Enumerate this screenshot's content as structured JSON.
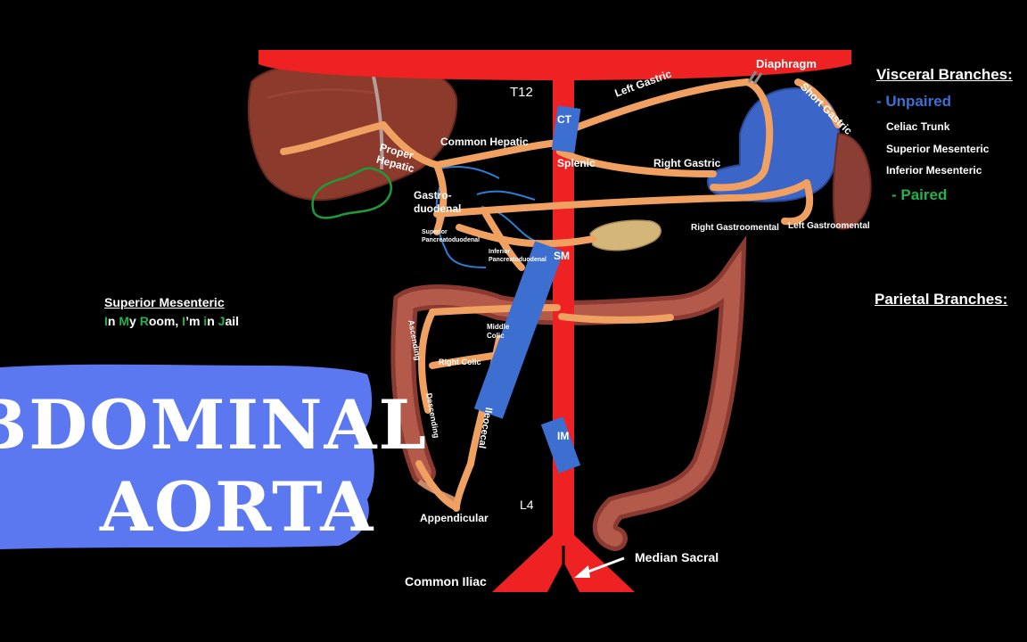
{
  "diagram": {
    "vertebra_labels": {
      "top": "T12",
      "bottom": "L4"
    },
    "aorta_labels": {
      "diaphragm": "Diaphragm",
      "common_iliac": "Common Iliac",
      "median_sacral": "Median Sacral"
    },
    "box_labels": {
      "celiac": "CT",
      "superior_mesenteric": "SM",
      "inferior_mesenteric": "IM"
    },
    "artery_labels": {
      "left_gastric": "Left Gastric",
      "short_gastric": "Short Gastric",
      "common_hepatic": "Common Hepatic",
      "proper_hepatic": "Proper Hepatic",
      "splenic": "Splenic",
      "right_gastric": "Right Gastric",
      "gastroduodenal": "Gastro-duodenal",
      "superior_pancreatoduodenal": "Superior Pancreatoduodenal",
      "inferior_pancreatoduodenal": "Inferior Pancreatoduodenal",
      "right_gastroomental": "Right Gastroomental",
      "left_gastroomental": "Left Gastroomental",
      "middle_colic": "Middle Colic",
      "right_colic": "Right Colic",
      "ascending": "Ascending",
      "descending": "Descending",
      "ileocecal": "Ileocecal",
      "appendicular": "Appendicular"
    },
    "colors": {
      "aorta": "#ee2222",
      "artery": "#f0a060",
      "box": "#3d6fd0",
      "vein_blue": "#2b7fd4",
      "green": "#22b24c"
    }
  },
  "sidebar": {
    "visceral_title": "Visceral Branches:",
    "unpaired": "- Unpaired",
    "unpaired_items": [
      "Celiac Trunk",
      "Superior Mesenteric",
      "Inferior Mesenteric"
    ],
    "paired": "- Paired",
    "parietal_title": "Parietal Branches:"
  },
  "mnemonic": {
    "title": "Superior Mesenteric",
    "phrase": [
      {
        "t": "I",
        "g": true
      },
      {
        "t": "n ",
        "g": false
      },
      {
        "t": "M",
        "g": true
      },
      {
        "t": "y ",
        "g": false
      },
      {
        "t": "R",
        "g": true
      },
      {
        "t": "oom, ",
        "g": false
      },
      {
        "t": "I",
        "g": true
      },
      {
        "t": "’m ",
        "g": false
      },
      {
        "t": "i",
        "g": true
      },
      {
        "t": "n ",
        "g": false
      },
      {
        "t": "J",
        "g": true
      },
      {
        "t": "ail",
        "g": false
      }
    ]
  },
  "banner": {
    "line1": "BDOMINAL",
    "line2": "AORTA",
    "color": "#5b78f0"
  }
}
